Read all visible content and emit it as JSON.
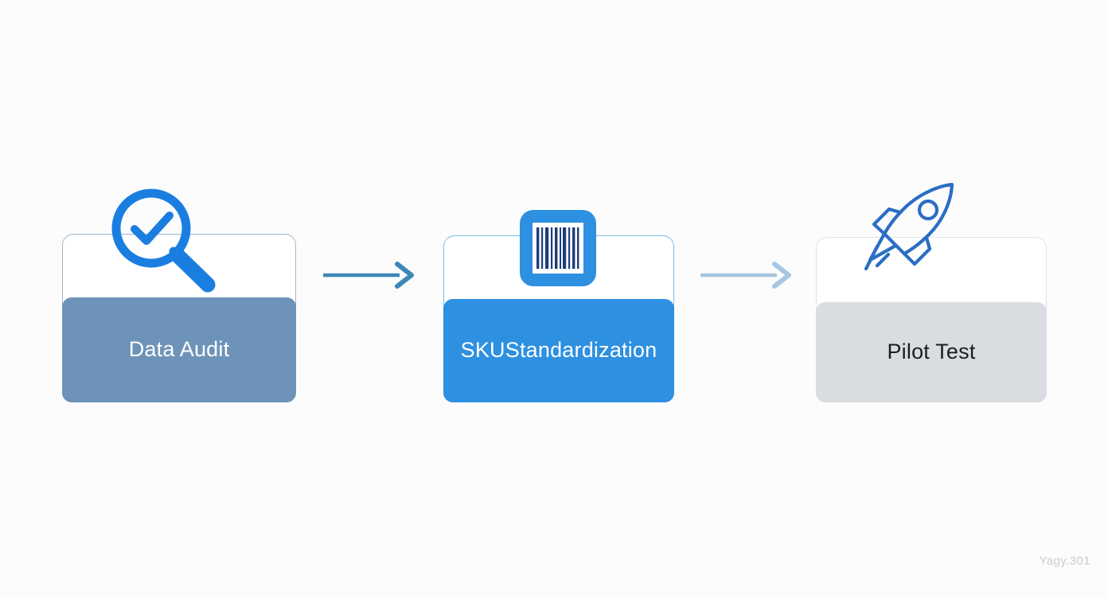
{
  "background_color": "#fcfcfd",
  "diagram": {
    "type": "process-flow",
    "orientation": "horizontal",
    "step_count": 3,
    "steps": [
      {
        "id": "data-audit",
        "order": 1,
        "label": "Data Audit",
        "label_lines": [
          "Data Audit"
        ],
        "icon": "magnifier-check-icon",
        "icon_style": "solid",
        "icon_color": "#1a7ee0",
        "footer_fill": "#6e93b8",
        "footer_text_color": "#ffffff",
        "border_color": "#9fb6cc"
      },
      {
        "id": "sku-standardization",
        "order": 2,
        "label": "SKU Standardization",
        "label_lines": [
          "SKU",
          "Standardization"
        ],
        "icon": "barcode-icon",
        "icon_style": "solid-tile",
        "icon_color": "#2e90e0",
        "footer_fill": "#2e90e0",
        "footer_text_color": "#ffffff",
        "border_color": "#79c0e4"
      },
      {
        "id": "pilot-test",
        "order": 3,
        "label": "Pilot Test",
        "label_lines": [
          "Pilot Test"
        ],
        "icon": "rocket-icon",
        "icon_style": "outline",
        "icon_color": "#2a6ec4",
        "footer_fill": "#d9dde1",
        "footer_text_color": "#1b1d20",
        "border_color": "#e1e3e6"
      }
    ],
    "connectors": [
      {
        "id": "connector-1",
        "from": "data-audit",
        "to": "sku-standardization",
        "shape": "arrow-right",
        "color": "#3d87b8"
      },
      {
        "id": "connector-2",
        "from": "sku-standardization",
        "to": "pilot-test",
        "shape": "arrow-right",
        "color": "#a6c6e2"
      }
    ]
  },
  "watermark": {
    "text": "Yagy.301",
    "color": "#c9ccd1"
  }
}
